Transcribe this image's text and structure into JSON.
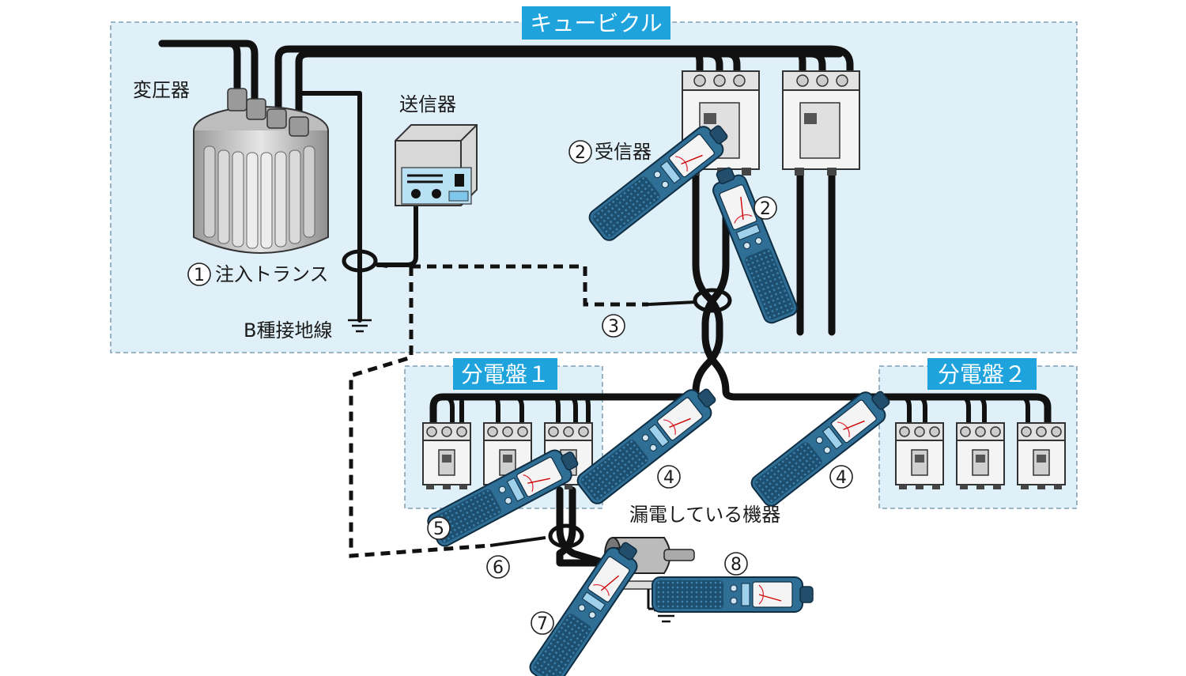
{
  "zones": {
    "cubicle": "キュービクル",
    "panel1": "分電盤１",
    "panel2": "分電盤２"
  },
  "labels": {
    "transformer": "変圧器",
    "transmitter": "送信器",
    "b_ground": "B種接地線",
    "equipment": "漏電している機器"
  },
  "callouts": {
    "c1_num": "1",
    "c1_text": "注入トランス",
    "c2_num": "2",
    "c2_text": "受信器",
    "c2b_num": "2",
    "c3_num": "3",
    "c4a_num": "4",
    "c4b_num": "4",
    "c5_num": "5",
    "c6_num": "6",
    "c7_num": "7",
    "c8_num": "8"
  },
  "colors": {
    "panel_title_bg": "#1fa3dc",
    "zone_fill": "#dff0f8",
    "receiver_body": "#2f6f96",
    "receiver_grip": "#1d4f70"
  }
}
